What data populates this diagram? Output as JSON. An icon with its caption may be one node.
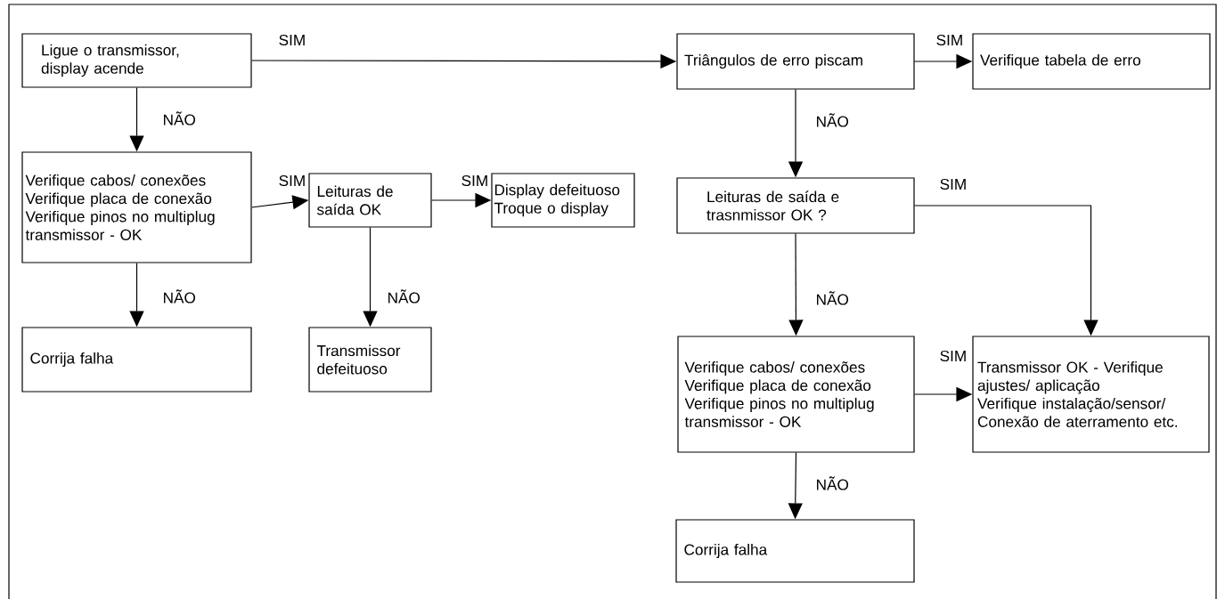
{
  "diagram": {
    "nodes": [
      {
        "text": [
          "Ligue o transmissor, display acende"
        ]
      },
      {
        "text": [
          "Verifique cabos/ conexões",
          "Verifique placa de conexão",
          "Verifique pinos no multiplug transmissor - OK"
        ]
      },
      {
        "text": [
          "Corrija falha"
        ]
      },
      {
        "text": [
          "Leituras de saída OK"
        ]
      },
      {
        "text": [
          "Transmissor defeituoso"
        ]
      },
      {
        "text": [
          "Display defeituoso",
          "Troque o display"
        ]
      },
      {
        "text": [
          "Triângulos de erro piscam"
        ]
      },
      {
        "text": [
          "Verifique tabela de erro"
        ]
      },
      {
        "text": [
          "Leituras de saída e trasnmissor OK ?"
        ]
      },
      {
        "text": [
          "Verifique cabos/ conexões",
          "Verifique placa de conexão",
          "Verifique pinos no multiplug transmissor - OK"
        ]
      },
      {
        "text": [
          "Corrija falha"
        ]
      },
      {
        "text": [
          "Transmissor OK - Verifique ajustes/ aplicação",
          "Verifique instalação/sensor/ Conexão de aterramento etc."
        ]
      }
    ],
    "edges": [
      {
        "from": 0,
        "to": 6,
        "arrow": "to",
        "label": "SIM"
      },
      {
        "from": 6,
        "to": 7,
        "arrow": "to",
        "label": "SIM"
      },
      {
        "from": 0,
        "to": 1,
        "arrow": "to",
        "label": "NÃO"
      },
      {
        "from": 1,
        "to": 3,
        "arrow": "to",
        "label": "SIM"
      },
      {
        "from": 3,
        "to": 5,
        "arrow": "to",
        "label": "SIM"
      },
      {
        "from": 1,
        "to": 2,
        "arrow": "to",
        "label": "NÃO"
      },
      {
        "from": 3,
        "to": 4,
        "arrow": "to",
        "label": "NÃO"
      },
      {
        "from": 6,
        "to": 8,
        "arrow": "to",
        "label": "NÃO"
      },
      {
        "from": 8,
        "to": 11,
        "arrow": "to",
        "label": "SIM"
      },
      {
        "from": 8,
        "to": 9,
        "arrow": "to",
        "label": "NÃO"
      },
      {
        "from": 9,
        "to": 11,
        "arrow": "to",
        "label": "SIM"
      },
      {
        "from": 9,
        "to": 10,
        "arrow": "to",
        "label": "NÃO"
      }
    ]
  }
}
